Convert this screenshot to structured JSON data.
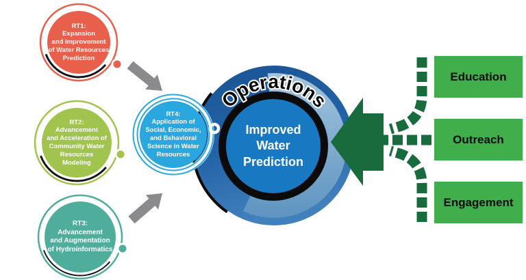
{
  "figure": {
    "type": "process-diagram",
    "research_themes": [
      {
        "id": "RT1",
        "label": "RT1:\nExpansion\nand Improvement\nof Water Resources\nPrediction",
        "color": "#E8604B"
      },
      {
        "id": "RT2",
        "label": "RT2:\nAdvancement\nand Acceleration of\nCommunity Water\nResources\nModeling",
        "color": "#A0C44E"
      },
      {
        "id": "RT3",
        "label": "RT3:\nAdvancement\nand Augmentation\nof Hydroinformatics",
        "color": "#4FAE9B"
      },
      {
        "id": "RT4",
        "label": "RT4:\nApplication of\nSocial, Economic,\nand Behavioral\nScience in Water\nResources",
        "color": "#2BA7E0"
      }
    ],
    "hub": {
      "ring_label": "Operations",
      "center_label": "Improved\nWater\nPrediction",
      "ring_color": "#2263A6",
      "swirl_color": "#8FB8D6",
      "center_color": "#1878C2"
    },
    "outputs": [
      {
        "label": "Education"
      },
      {
        "label": "Outreach"
      },
      {
        "label": "Engagement"
      }
    ],
    "output_box_color": "#3FAE4B",
    "flow_color": "#176B3D",
    "connector_arrow_color": "#8B8B8D"
  }
}
